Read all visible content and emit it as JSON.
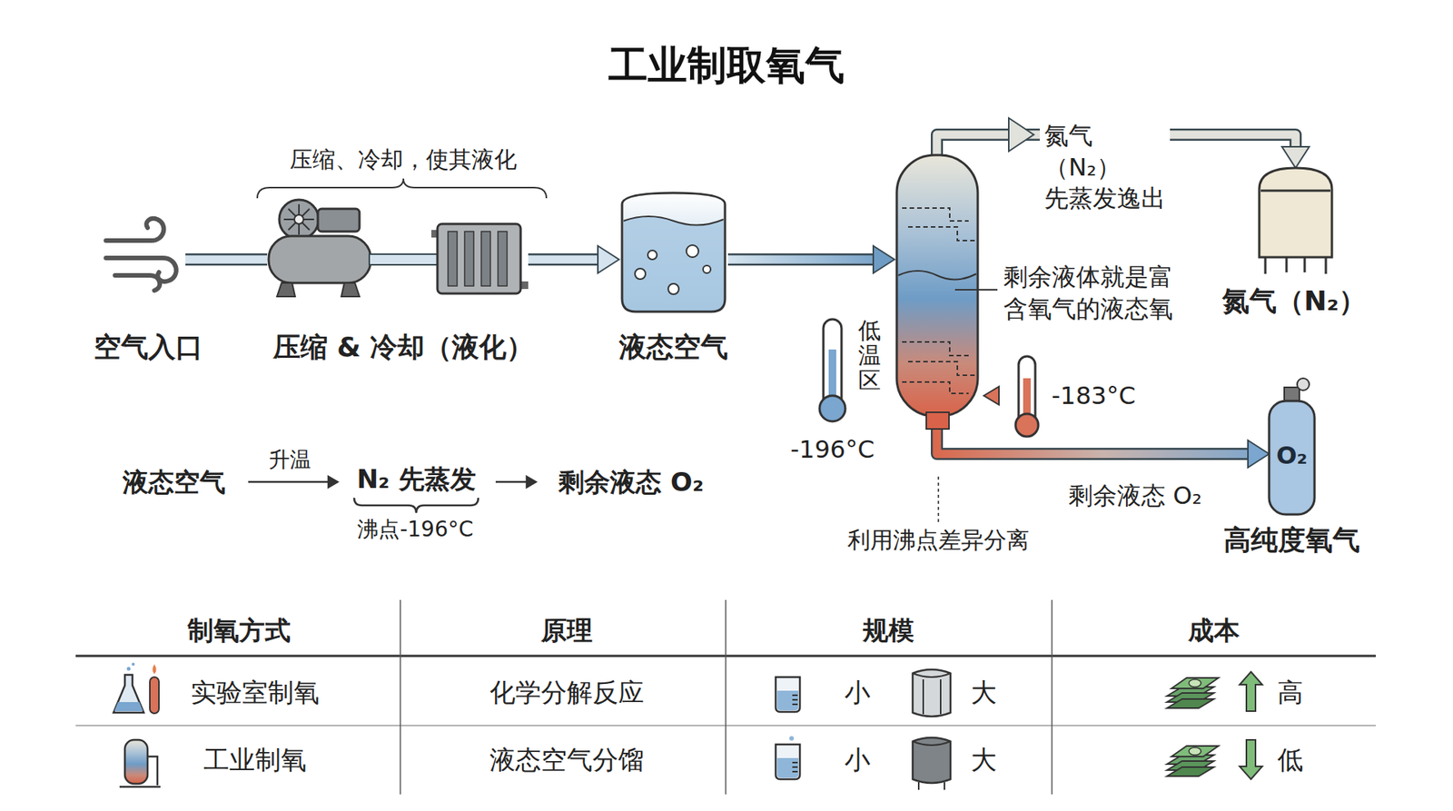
{
  "diagram": {
    "title": "工业制取氧气",
    "nodes": [
      {
        "text": [
          "空气入口"
        ]
      },
      {
        "text": [
          "压缩 & 冷却（液化）"
        ]
      },
      {
        "text": [
          "液态空气"
        ]
      },
      {
        "text": [
          "利用沸点差异分离"
        ]
      },
      {
        "text": [
          "氮气（N₂）"
        ]
      },
      {
        "text": [
          "O₂",
          "高纯度氧气"
        ]
      }
    ],
    "edges": [
      {
        "from": 0,
        "to": 1,
        "arrow": "none"
      },
      {
        "from": 1,
        "to": 2,
        "arrow": "to"
      },
      {
        "from": 2,
        "to": 3,
        "arrow": "to"
      },
      {
        "from": 3,
        "to": 4,
        "label": "氮气（N₂） 先蒸发逸出",
        "arrow": "to"
      },
      {
        "from": 3,
        "to": 5,
        "label": "剩余液态 O₂",
        "arrow": "to"
      }
    ],
    "labels": [
      "压缩、冷却，使其液化",
      "剩余液体就是富含氧气的液态氧",
      "低温区",
      "-196°C",
      "-183°C",
      "液态空气",
      "升温",
      "N₂ 先蒸发",
      "沸点-196°C",
      "剩余液态 O₂",
      "制氧方式",
      "原理",
      "规模",
      "成本",
      "实验室制氧",
      "化学分解反应",
      "小",
      "大",
      "高",
      "工业制氧",
      "液态空气分馏",
      "小",
      "大",
      "低"
    ]
  }
}
